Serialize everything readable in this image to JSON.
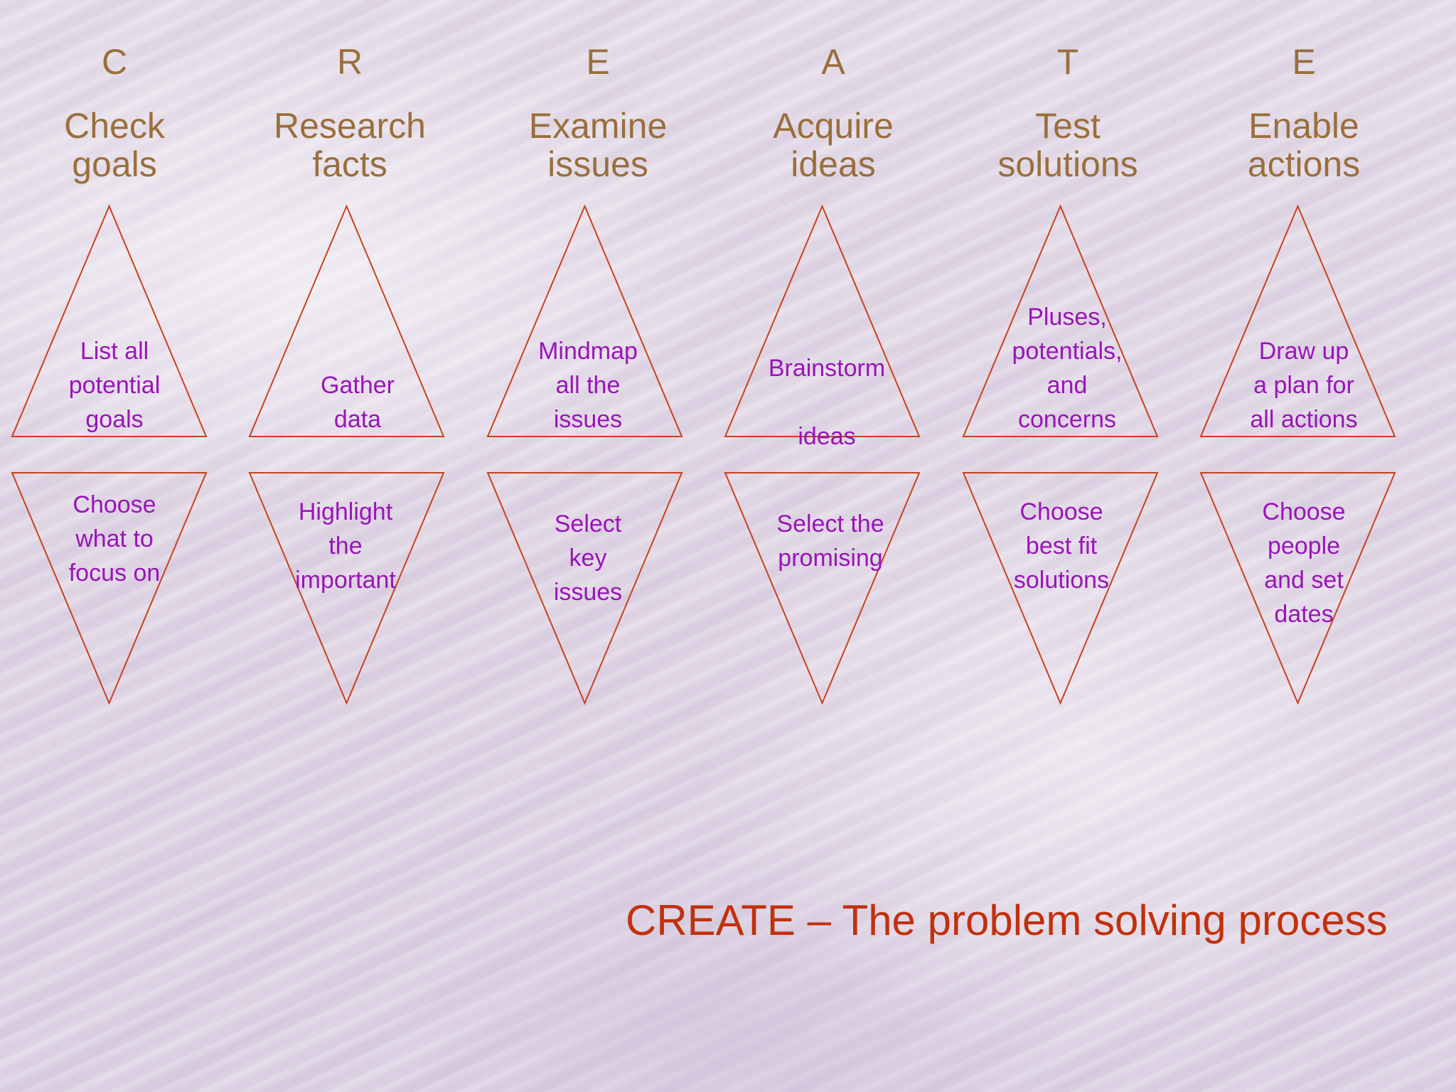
{
  "columns": [
    {
      "letter": "C",
      "title_line1": "Check",
      "title_line2": "goals",
      "up_text": "List all\npotential\ngoals",
      "down_text": "Choose\nwhat to\nfocus on"
    },
    {
      "letter": "R",
      "title_line1": "Research",
      "title_line2": "facts",
      "up_text": "Gather\ndata",
      "down_text": "Highlight\nthe\nimportant"
    },
    {
      "letter": "E",
      "title_line1": "Examine",
      "title_line2": "issues",
      "up_text": "Mindmap\nall the\nissues",
      "down_text": "Select\nkey\nissues"
    },
    {
      "letter": "A",
      "title_line1": "Acquire",
      "title_line2": "ideas",
      "up_text": "Brainstorm\n\nideas",
      "down_text": "Select the\npromising"
    },
    {
      "letter": "T",
      "title_line1": "Test",
      "title_line2": "solutions",
      "up_text": "Pluses,\npotentials,\nand\nconcerns",
      "down_text": "Choose\nbest fit\nsolutions"
    },
    {
      "letter": "E",
      "title_line1": "Enable",
      "title_line2": "actions",
      "up_text": "Draw up\na plan for\nall actions",
      "down_text": "Choose\npeople\nand set\ndates"
    }
  ],
  "title": "CREATE – The problem solving process",
  "colors": {
    "heading": "#9a6f3c",
    "triangle_text": "#9a14b8",
    "triangle_stroke": "#c8421c",
    "title": "#c2300c"
  }
}
